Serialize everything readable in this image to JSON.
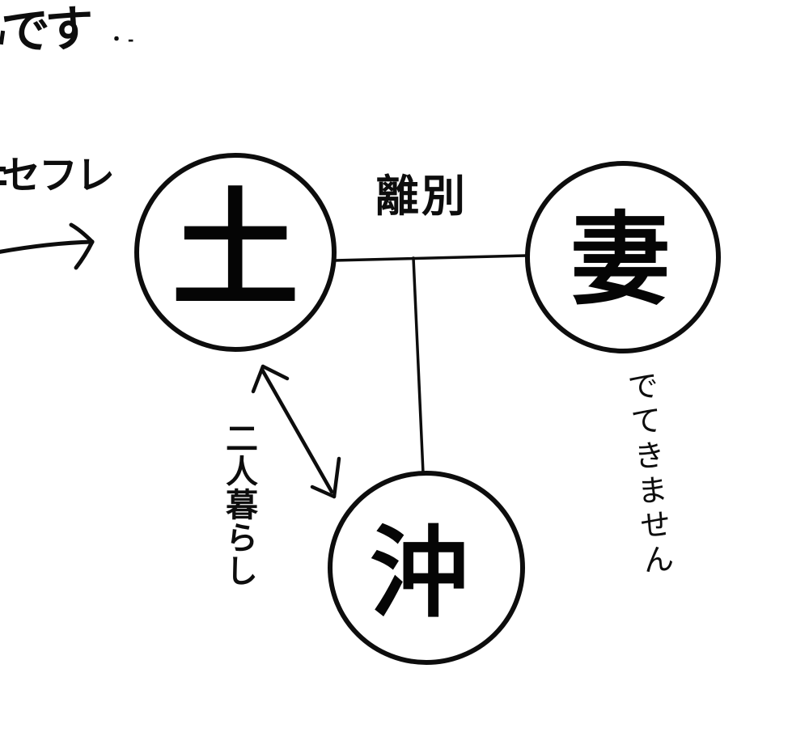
{
  "colors": {
    "ink": "#0d0d0d",
    "background": "#ffffff"
  },
  "top_note": {
    "text": "です",
    "marks": "・‐"
  },
  "annotations": {
    "sefure_label": "セフレ",
    "separation_label": "離別",
    "living_together_label": "二人暮らし",
    "not_coming_out_label": "でてきません"
  },
  "nodes": {
    "tsuchi": {
      "label": "土"
    },
    "tsuma": {
      "label": "妻"
    },
    "oki": {
      "label": "沖"
    }
  }
}
